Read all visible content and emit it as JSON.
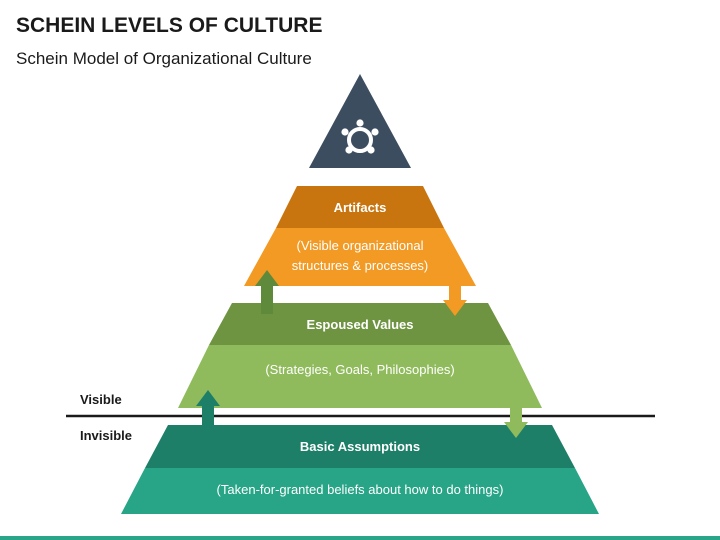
{
  "header": {
    "title": "SCHEIN LEVELS OF CULTURE",
    "subtitle": "Schein Model of Organizational Culture"
  },
  "pyramid": {
    "top_icon": "people-circle-icon",
    "levels": [
      {
        "name": "Artifacts",
        "description_lines": [
          "(Visible organizational",
          "structures & processes)"
        ],
        "header_color": "#c8750f",
        "body_color": "#f29a24"
      },
      {
        "name": "Espoused Values",
        "description_lines": [
          "(Strategies, Goals, Philosophies)"
        ],
        "header_color": "#6e9441",
        "body_color": "#90bb5c"
      },
      {
        "name": "Basic Assumptions",
        "description_lines": [
          "(Taken-for-granted beliefs about how to do things)"
        ],
        "header_color": "#1e7f68",
        "body_color": "#28a487"
      }
    ],
    "apex_color": "#3d4d60"
  },
  "divider": {
    "above_label": "Visible",
    "below_label": "Invisible"
  }
}
